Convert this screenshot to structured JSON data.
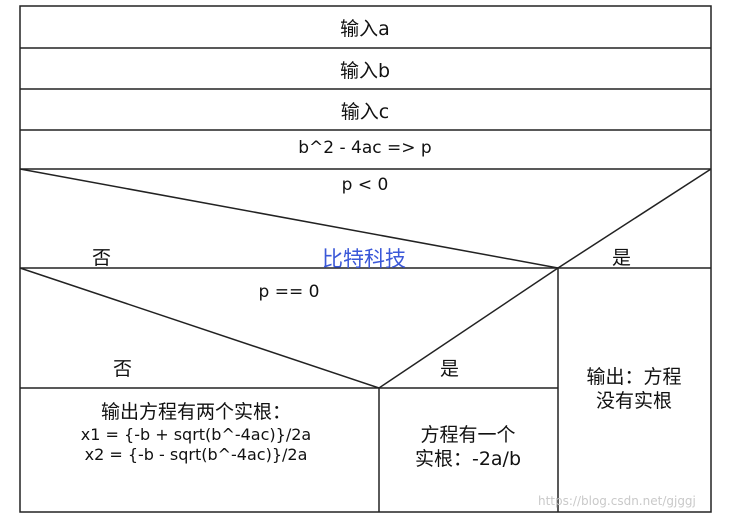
{
  "steps": {
    "input_a": "输入a",
    "input_b": "输入b",
    "input_c": "输入c",
    "compute": "b^2 - 4ac => p"
  },
  "decision1": {
    "condition": "p < 0",
    "no_label": "否",
    "yes_label": "是",
    "yes_output_line1": "输出：方程",
    "yes_output_line2": "没有实根"
  },
  "decision2": {
    "condition": "p == 0",
    "no_label": "否",
    "yes_label": "是",
    "no_output_line1": "输出方程有两个实根：",
    "no_output_line2": "x1 = {-b + sqrt(b^-4ac)}/2a",
    "no_output_line3": "x2 = {-b - sqrt(b^-4ac)}/2a",
    "yes_output_line1": "方程有一个",
    "yes_output_line2": "实根：-2a/b"
  },
  "overlay": {
    "brand_text": "比特科技",
    "watermark": "https://blog.csdn.net/gjggj"
  }
}
